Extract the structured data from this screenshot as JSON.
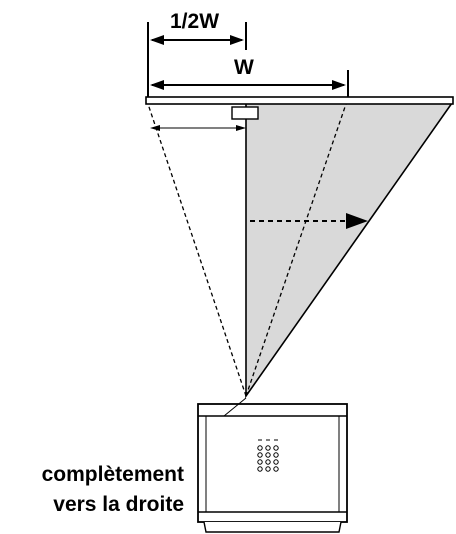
{
  "diagram": {
    "labels": {
      "half_width": "1/2W",
      "width": "W"
    },
    "caption": {
      "line1": "complètement",
      "line2": "vers la droite"
    },
    "colors": {
      "projection_fill": "#d9d9d9",
      "stroke": "#000000"
    },
    "icons": [
      "arrow-right-icon",
      "projector-icon",
      "button-cluster-icon"
    ]
  }
}
